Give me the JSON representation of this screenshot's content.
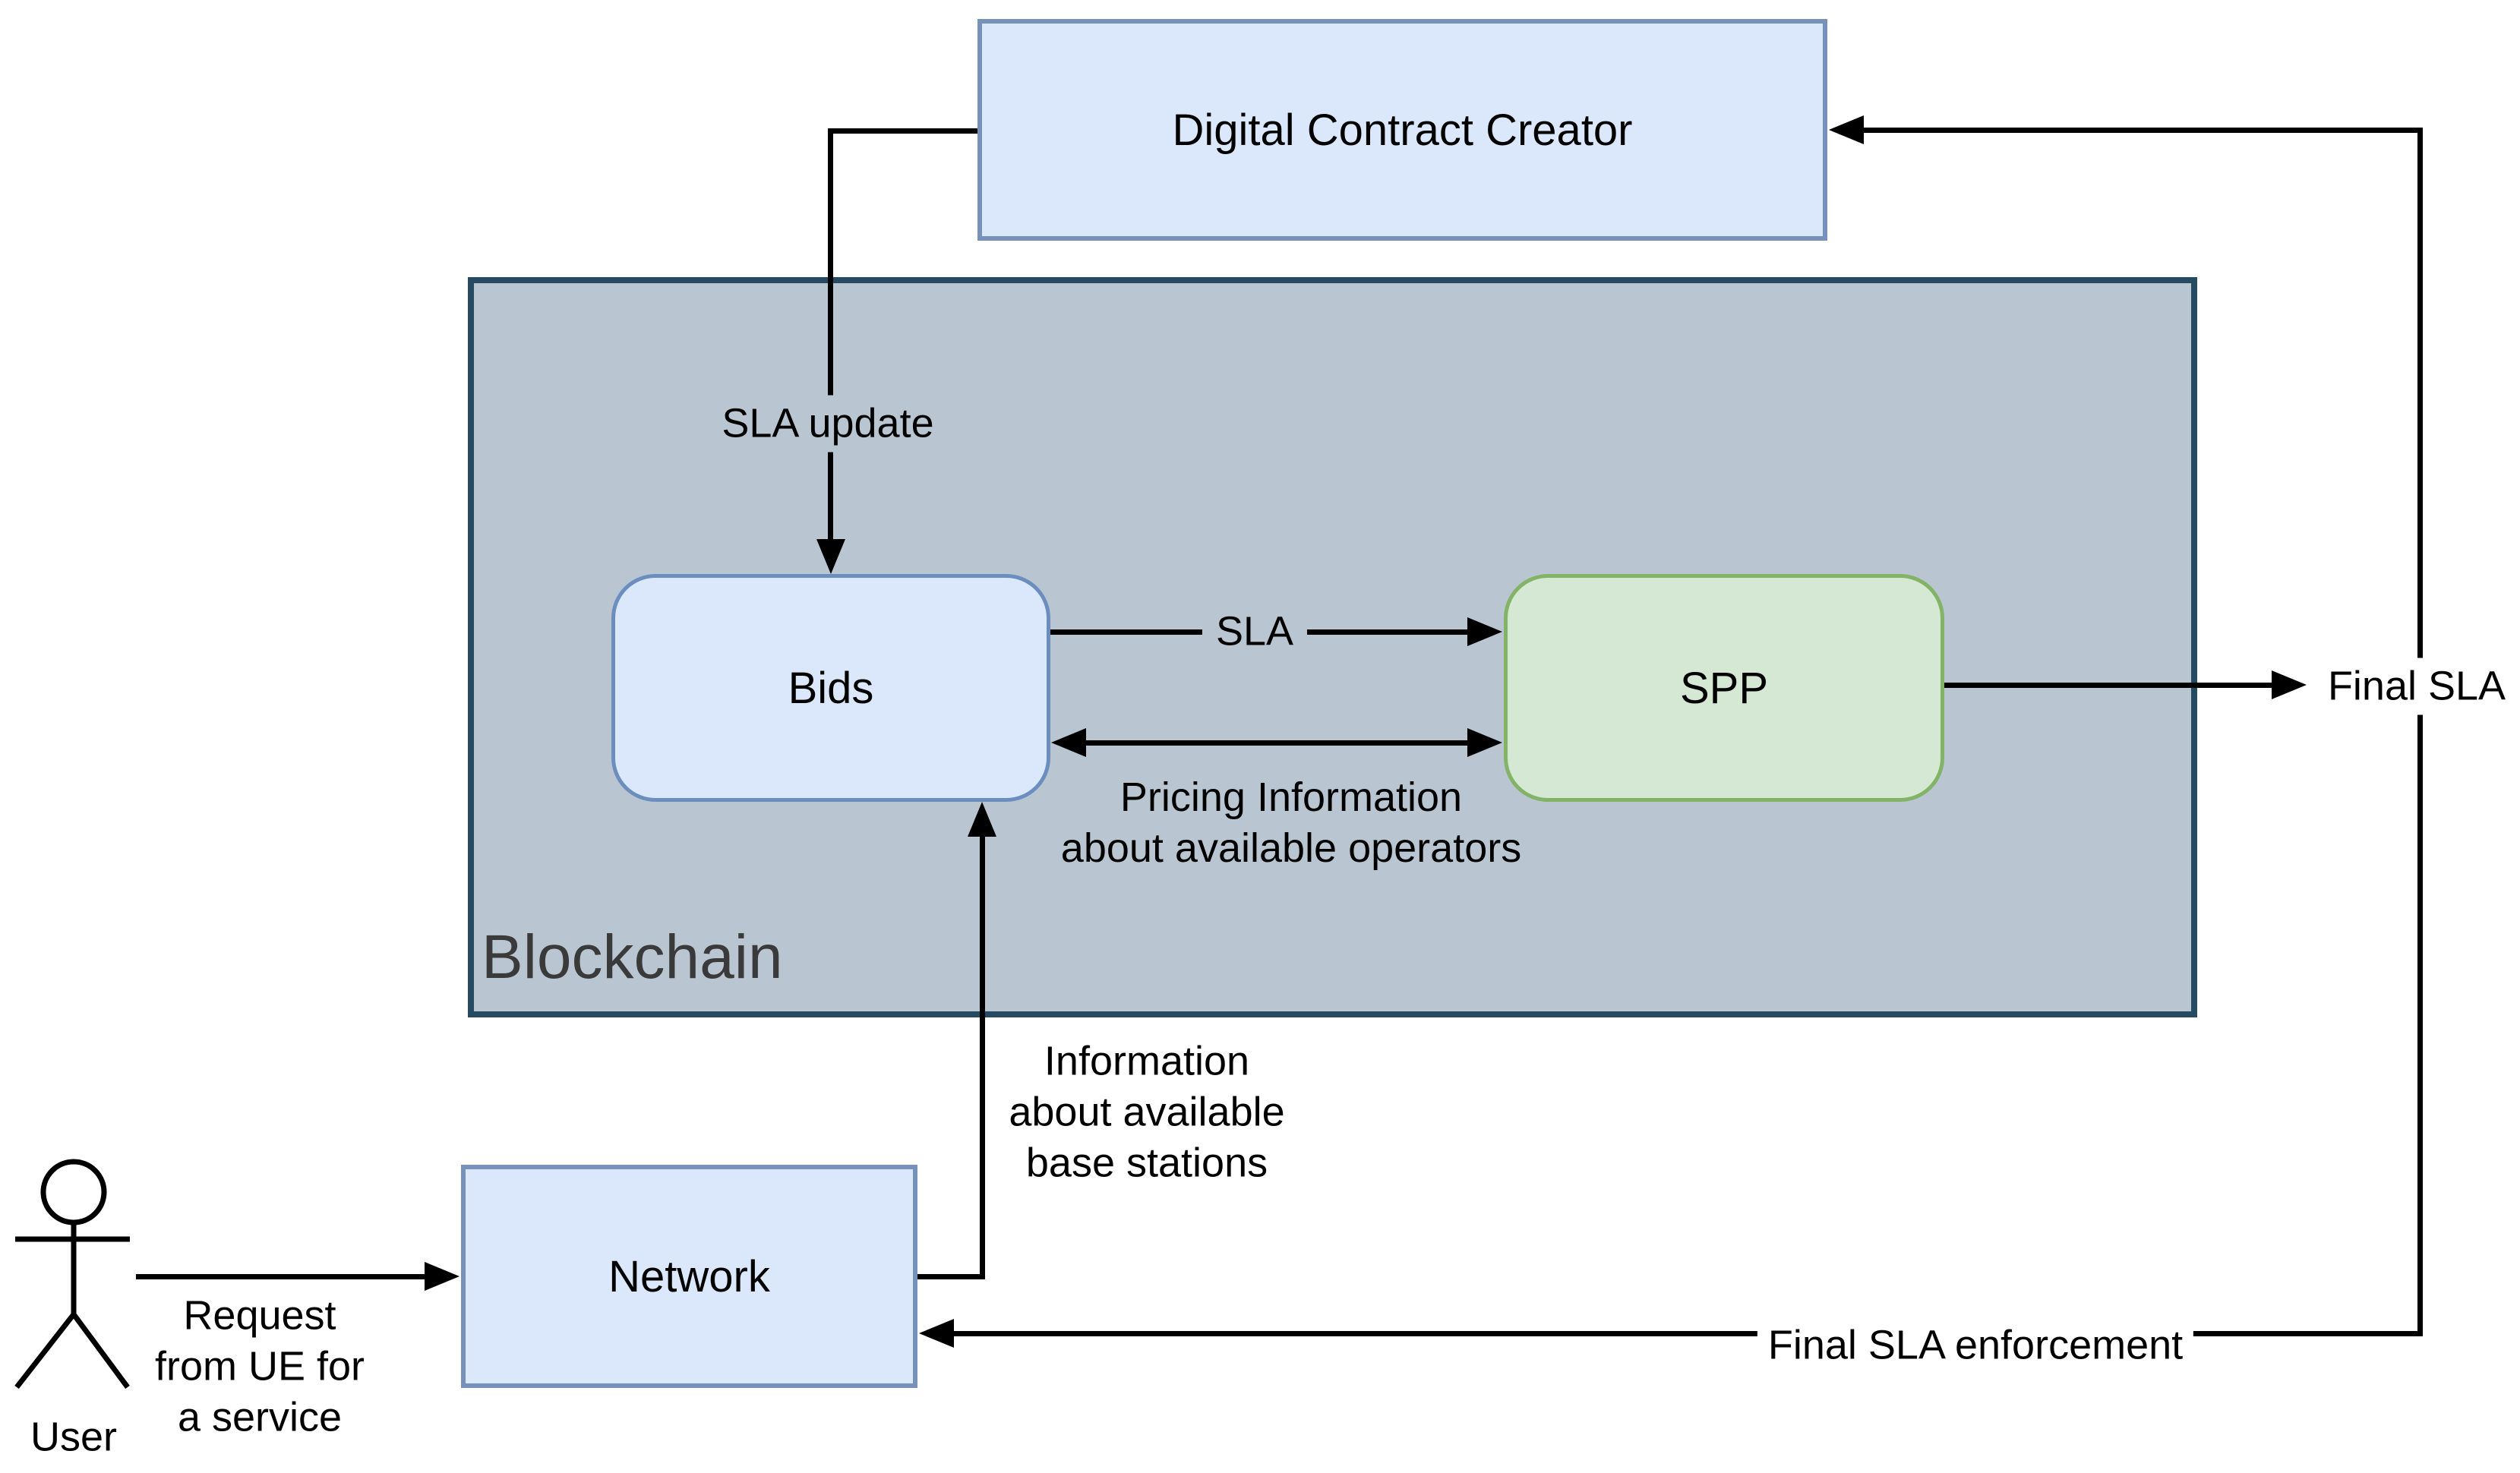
{
  "nodes": {
    "digital_contract_creator": {
      "label": "Digital Contract Creator"
    },
    "blockchain": {
      "label": "Blockchain"
    },
    "bids": {
      "label": "Bids"
    },
    "spp": {
      "label": "SPP"
    },
    "network": {
      "label": "Network"
    },
    "user": {
      "label": "User"
    }
  },
  "edge_labels": {
    "sla_update": "SLA update",
    "sla": "SLA",
    "pricing_lines": [
      "Pricing Information",
      "about available operators"
    ],
    "info_lines": [
      "Information",
      "about available",
      "base stations"
    ],
    "final_sla": "Final SLA",
    "final_sla_enforcement": "Final SLA enforcement",
    "request_lines": [
      "Request",
      "from UE for",
      "a service"
    ]
  },
  "colors": {
    "node_blue_fill": "#dbe8fb",
    "node_blue_border": "#7792ba",
    "rounded_blue_border": "#6c8ebf",
    "node_green_fill": "#d5e8d4",
    "node_green_border": "#82b366",
    "blockchain_fill": "#b9c6d2",
    "blockchain_border": "#264a61",
    "edge_color": "#000000",
    "text_color": "#000000",
    "blockchain_label_color": "#3a3a3a"
  }
}
